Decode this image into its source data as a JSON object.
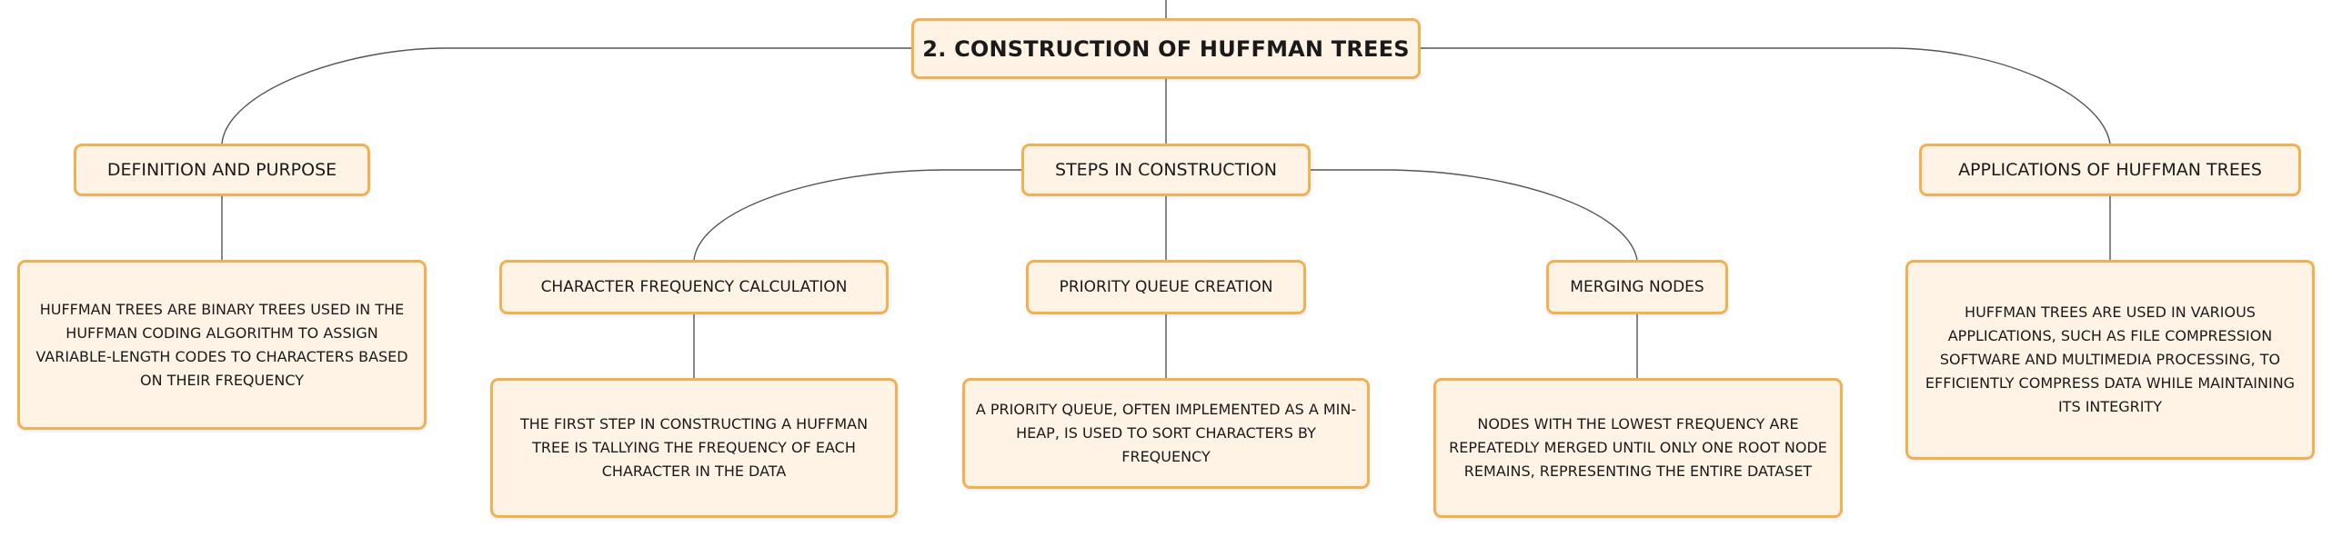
{
  "diagram": {
    "root": {
      "label": "2. CONSTRUCTION OF HUFFMAN TREES"
    },
    "definition": {
      "label": "DEFINITION AND PURPOSE",
      "description": "HUFFMAN TREES ARE BINARY TREES USED IN THE HUFFMAN CODING ALGORITHM TO ASSIGN VARIABLE-LENGTH CODES TO CHARACTERS BASED ON THEIR FREQUENCY"
    },
    "steps": {
      "label": "STEPS IN CONSTRUCTION",
      "children": [
        {
          "label": "CHARACTER FREQUENCY CALCULATION",
          "description": "THE FIRST STEP IN CONSTRUCTING A HUFFMAN TREE IS TALLYING THE FREQUENCY OF EACH CHARACTER IN THE DATA"
        },
        {
          "label": "PRIORITY QUEUE CREATION",
          "description": "A PRIORITY QUEUE, OFTEN IMPLEMENTED AS A MIN-HEAP, IS USED TO SORT CHARACTERS BY FREQUENCY"
        },
        {
          "label": "MERGING NODES",
          "description": "NODES WITH THE LOWEST FREQUENCY ARE REPEATEDLY MERGED UNTIL ONLY ONE ROOT NODE REMAINS, REPRESENTING THE ENTIRE DATASET"
        }
      ]
    },
    "applications": {
      "label": "APPLICATIONS OF HUFFMAN TREES",
      "description": "HUFFMAN TREES ARE USED IN VARIOUS APPLICATIONS, SUCH AS FILE COMPRESSION SOFTWARE AND MULTIMEDIA PROCESSING, TO EFFICIENTLY COMPRESS DATA WHILE MAINTAINING ITS INTEGRITY"
    }
  },
  "colors": {
    "node_fill": "#fff3e6",
    "node_border": "#f2b053",
    "connector": "#555555"
  }
}
